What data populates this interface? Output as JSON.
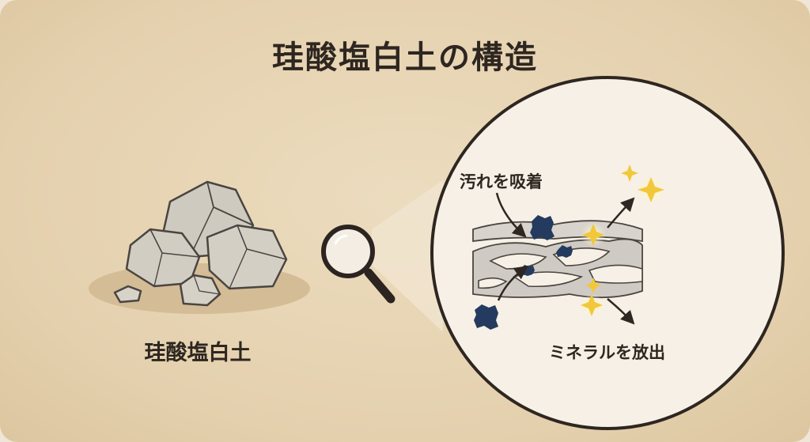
{
  "title": "珪酸塩白土の構造",
  "rock": {
    "label": "珪酸塩白土"
  },
  "callouts": {
    "adsorb": "汚れを吸着",
    "release": "ミネラルを放出"
  },
  "colors": {
    "background": "#e6d3b2",
    "text": "#2e2620",
    "rock": "#cfcac0",
    "dirt": "#243a5e",
    "sparkle": "#f2c83a"
  },
  "icons": [
    "magnifier-icon",
    "sparkle-icon",
    "dirt-particle-icon",
    "arrow-icon"
  ]
}
